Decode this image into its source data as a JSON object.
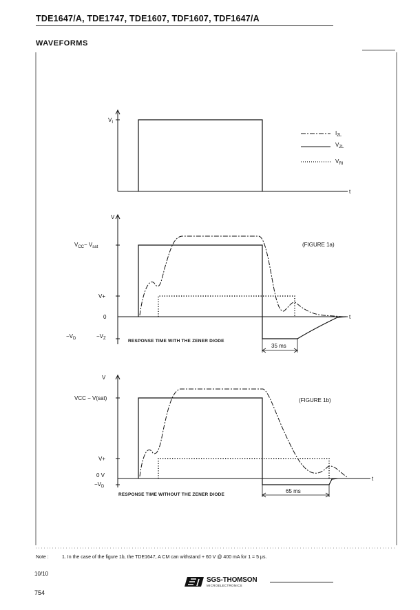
{
  "header": {
    "title": "TDE1647/A, TDE1747, TDE1607, TDF1607, TDF1647/A"
  },
  "section": {
    "title": "WAVEFORMS"
  },
  "legend": {
    "izl": "I",
    "izl_sub": "ZL",
    "vzl": "V",
    "vzl_sub": "ZL",
    "vri": "V",
    "vri_sub": "RI"
  },
  "input_plot": {
    "y_label": "V",
    "y_label_sub": "I",
    "x_label": "t"
  },
  "figure_1a": {
    "y_axis_label": "V",
    "vcc_label": "V",
    "vcc_sub": "CC",
    "vcc_minus": "− V",
    "vcc_minus_sub": "sat",
    "vplus_label": "V+",
    "zero_label": "0",
    "vd_label": "−V",
    "vd_sub": "D",
    "vz_label": "−V",
    "vz_sub": "Z",
    "x_label": "t",
    "figure_label": "(FIGURE 1a)",
    "caption": "RESPONSE TIME WITH THE ZENER DIODE",
    "duration": "35 ms"
  },
  "figure_1b": {
    "y_axis_label": "V",
    "vcc_label": "VCC − V(sat)",
    "vplus_label": "V+",
    "zero_label": "0 V",
    "vd_label": "−V",
    "vd_sub": "D",
    "x_label": "t",
    "figure_label": "(FIGURE 1b)",
    "caption": "RESPONSE TIME WITHOUT THE ZENER DIODE",
    "duration": "65 ms"
  },
  "note": {
    "label": "Note :",
    "text": "1.  In the case of the figure 1b, the TDE1647, A CM can withstand + 60 V @ 400 mA for 1 = 5 μs."
  },
  "footer": {
    "page_index": "10/10",
    "page_number": "754",
    "brand": "SGS-THOMSON",
    "tagline": "MICROELECTRONICS"
  },
  "colors": {
    "ink": "#111111",
    "paper": "#ffffff"
  }
}
